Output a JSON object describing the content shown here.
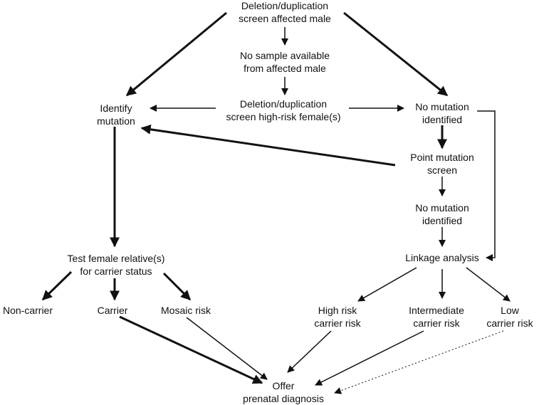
{
  "nodes": {
    "screen_male": [
      "Deletion/duplication",
      "screen affected male"
    ],
    "no_sample": [
      "No sample available",
      "from affected male"
    ],
    "screen_female": [
      "Deletion/duplication",
      "screen high-risk female(s)"
    ],
    "identify": [
      "Identify",
      "mutation"
    ],
    "no_mut1": [
      "No mutation",
      "identified"
    ],
    "point_screen": [
      "Point mutation",
      "screen"
    ],
    "no_mut2": [
      "No mutation",
      "identified"
    ],
    "test_female": [
      "Test female relative(s)",
      "for carrier status"
    ],
    "linkage": [
      "Linkage analysis"
    ],
    "non_carrier": [
      "Non-carrier"
    ],
    "carrier": [
      "Carrier"
    ],
    "mosaic": [
      "Mosaic risk"
    ],
    "high_risk": [
      "High risk",
      "carrier risk"
    ],
    "intermediate": [
      "Intermediate",
      "carrier risk"
    ],
    "low_risk": [
      "Low",
      "carrier risk"
    ],
    "offer": [
      "Offer",
      "prenatal diagnosis"
    ]
  },
  "colors": {
    "line": "#111111",
    "text": "#111111",
    "background": "#ffffff"
  }
}
